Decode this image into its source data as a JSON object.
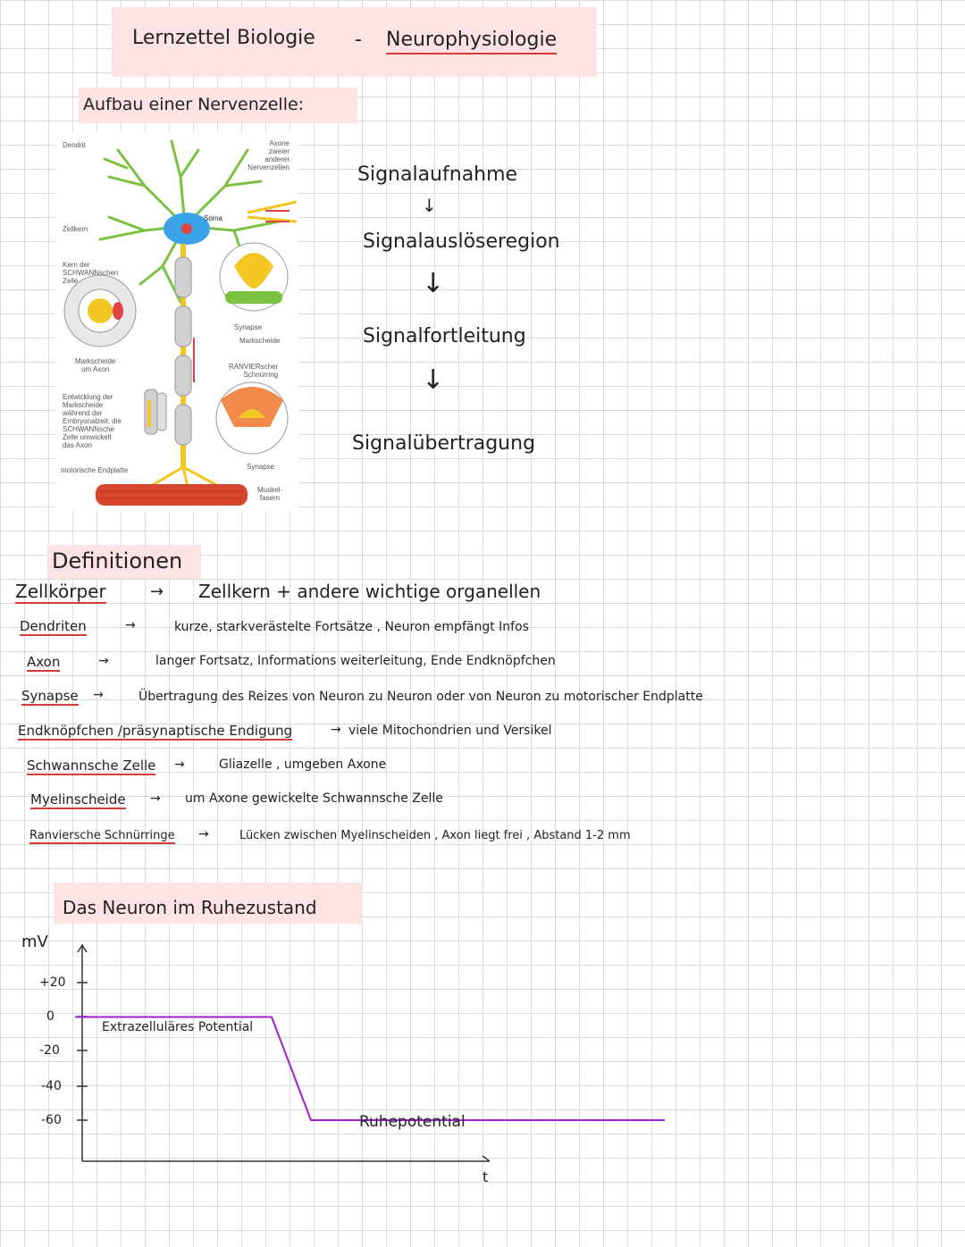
{
  "header": {
    "title_left": "Lernzettel Biologie",
    "dash": "-",
    "title_right": "Neurophysiologie"
  },
  "section1": {
    "heading": "Aufbau einer Nervenzelle:"
  },
  "figure": {
    "labels": {
      "dendrit": "Dendrit",
      "axone": "Axone\nzweier\nanderer\nNervenzellen",
      "zellkern": "Zellkern",
      "soma": "Soma",
      "kern_schwann": "Kern der\nSCHWANNschen\nZelle",
      "synapse1": "Synapse",
      "markscheide": "Markscheide",
      "markscheide_axon": "Markscheide\num Axon",
      "ranvier": "RANVIERscher\nSchnürring",
      "entwicklung": "Entwicklung der\nMarkscheide\nwährend der\nEmbryonalzeit: die\nSCHWANNsche\nZelle umwickelt\ndas Axon",
      "endplatte": "motorische Endplatte",
      "synapse2": "Synapse",
      "muskel": "Muskel-\nfasern"
    }
  },
  "flow": {
    "steps": [
      "Signalaufnahme",
      "Signalauslöseregion",
      "Signalfortleitung",
      "Signalübertragung"
    ],
    "arrow": "↓"
  },
  "definitions": {
    "heading": "Definitionen",
    "items": [
      {
        "term": "Zellkörper",
        "arrow": "→",
        "text": "Zellkern + andere wichtige organellen"
      },
      {
        "term": "Dendriten",
        "arrow": "→",
        "text": "kurze, starkverästelte Fortsätze , Neuron empfängt  Infos"
      },
      {
        "term": "Axon",
        "arrow": "→",
        "text": "langer Fortsatz, Informations weiterleitung, Ende Endknöpfchen"
      },
      {
        "term": "Synapse",
        "arrow": "→",
        "text": "Übertragung des Reizes von Neuron zu Neuron oder von Neuron zu motorischer Endplatte"
      },
      {
        "term": "Endknöpfchen /präsynaptische Endigung",
        "arrow": "→",
        "text": "viele Mitochondrien   und Versikel"
      },
      {
        "term": "Schwannsche Zelle",
        "arrow": "→",
        "text": "Gliazelle , umgeben Axone"
      },
      {
        "term": "Myelinscheide",
        "arrow": "→",
        "text": "um Axone gewickelte  Schwannsche Zelle"
      },
      {
        "term": "Ranviersche Schnürringe",
        "arrow": "→",
        "text": "Lücken zwischen Myelinscheiden , Axon liegt frei , Abstand 1-2 mm"
      }
    ]
  },
  "neuron_rest": {
    "heading": "Das Neuron im Ruhezustand"
  },
  "chart_data": {
    "type": "line",
    "title": "",
    "ylabel": "mV",
    "xlabel": "t",
    "ylim": [
      -60,
      20
    ],
    "yticks": [
      "+20",
      "0",
      "-20",
      "-40",
      "-60"
    ],
    "series": [
      {
        "values": [
          {
            "x": 0,
            "y": 0
          },
          {
            "x": 1,
            "y": 0
          },
          {
            "x": 1.2,
            "y": -60
          },
          {
            "x": 3,
            "y": -60
          }
        ]
      }
    ],
    "annotations": [
      "Extrazelluläres Potential",
      "Ruhepotential"
    ],
    "line_color": "#a020c8"
  }
}
